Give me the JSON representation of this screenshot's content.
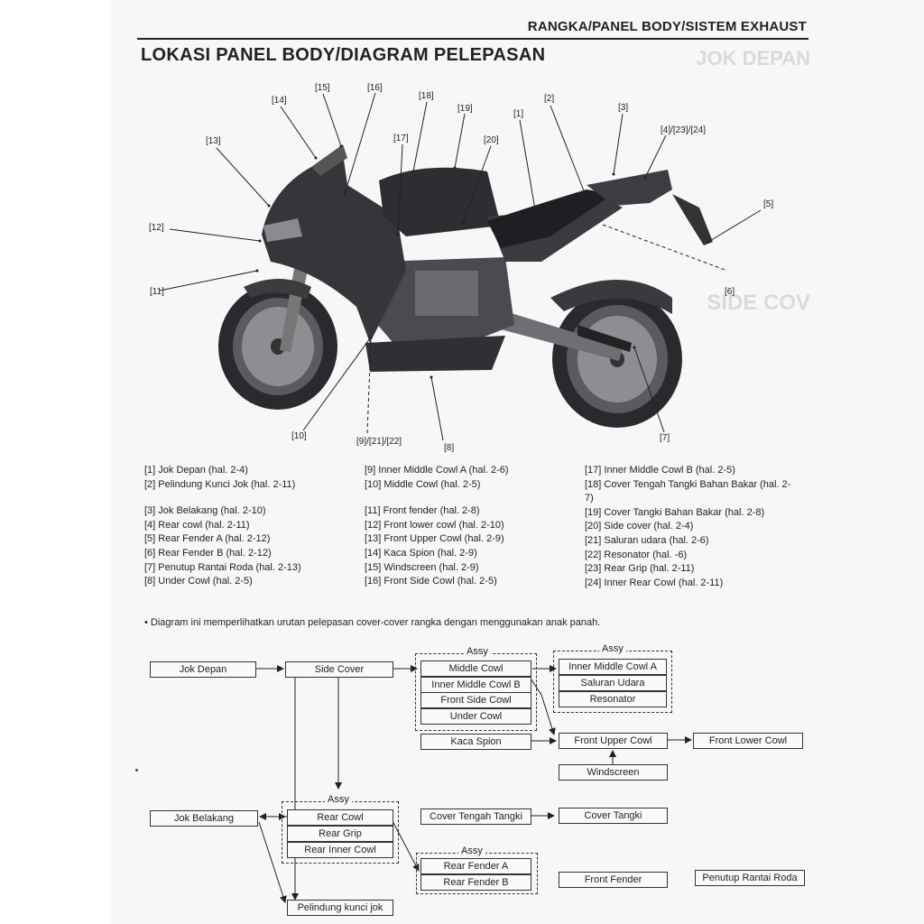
{
  "header": {
    "section": "RANGKA/PANEL BODY/SISTEM EXHAUST",
    "title": "LOKASI PANEL BODY/DIAGRAM PELEPASAN",
    "ghost_top": "JOK DEPAN",
    "ghost_side": "SIDE COV"
  },
  "callouts": [
    "[15]",
    "[16]",
    "[18]",
    "[14]",
    "[19]",
    "[1]",
    "[2]",
    "[3]",
    "[17]",
    "[20]",
    "[13]",
    "[4]/[23]/[24]",
    "[5]",
    "[12]",
    "[6]",
    "[11]",
    "[10]",
    "[9]/[21]/[22]",
    "[8]",
    "[7]"
  ],
  "parts": {
    "col1": [
      "[1] Jok Depan (hal. 2-4)",
      "[2] Pelindung Kunci Jok (hal. 2-11)",
      "[3] Jok Belakang (hal. 2-10)",
      "[4] Rear cowl (hal. 2-11)",
      "[5] Rear Fender A (hal. 2-12)",
      "[6] Rear Fender B (hal. 2-12)",
      "[7] Penutup Rantai Roda (hal. 2-13)",
      "[8] Under Cowl (hal. 2-5)"
    ],
    "col2": [
      "[9] Inner Middle Cowl A (hal. 2-6)",
      "[10] Middle Cowl (hal. 2-5)",
      "[11] Front fender (hal. 2-8)",
      "[12] Front lower cowl (hal. 2-10)",
      "[13] Front Upper Cowl (hal. 2-9)",
      "[14] Kaca Spion (hal. 2-9)",
      "[15] Windscreen (hal. 2-9)",
      "[16] Front Side Cowl (hal. 2-5)"
    ],
    "col3": [
      "[17] Inner Middle Cowl B (hal. 2-5)",
      "[18] Cover Tengah Tangki Bahan Bakar (hal. 2-7)",
      "[19] Cover Tangki Bahan Bakar (hal. 2-8)",
      "[20] Side cover (hal. 2-4)",
      "[21] Saluran udara (hal. 2-6)",
      "[22] Resonator (hal. -6)",
      "[23] Rear Grip (hal. 2-11)",
      "[24] Inner Rear Cowl (hal. 2-11)"
    ]
  },
  "note": "•  Diagram ini memperlihatkan urutan pelepasan cover-cover rangka dengan menggunakan anak panah.",
  "flow": {
    "assy": "Assy",
    "jok_depan": "Jok Depan",
    "side_cover": "Side Cover",
    "middle_cowl": "Middle Cowl",
    "inner_middle_cowl_b": "Inner Middle Cowl B",
    "front_side_cowl": "Front Side Cowl",
    "under_cowl": "Under Cowl",
    "inner_middle_cowl_a": "Inner Middle Cowl A",
    "saluran_udara": "Saluran Udara",
    "resonator": "Resonator",
    "kaca_spion": "Kaca Spion",
    "front_upper_cowl": "Front Upper Cowl",
    "front_lower_cowl": "Front Lower Cowl",
    "windscreen": "Windscreen",
    "jok_belakang": "Jok Belakang",
    "rear_cowl": "Rear Cowl",
    "rear_grip": "Rear Grip",
    "rear_inner_cowl": "Rear Inner Cowl",
    "cover_tengah_tangki": "Cover Tengah Tangki",
    "cover_tangki": "Cover Tangki",
    "rear_fender_a": "Rear Fender A",
    "rear_fender_b": "Rear Fender B",
    "front_fender": "Front Fender",
    "penutup_rantai_roda": "Penutup Rantai Roda",
    "pelindung_kunci_jok": "Pelindung kunci jok"
  }
}
